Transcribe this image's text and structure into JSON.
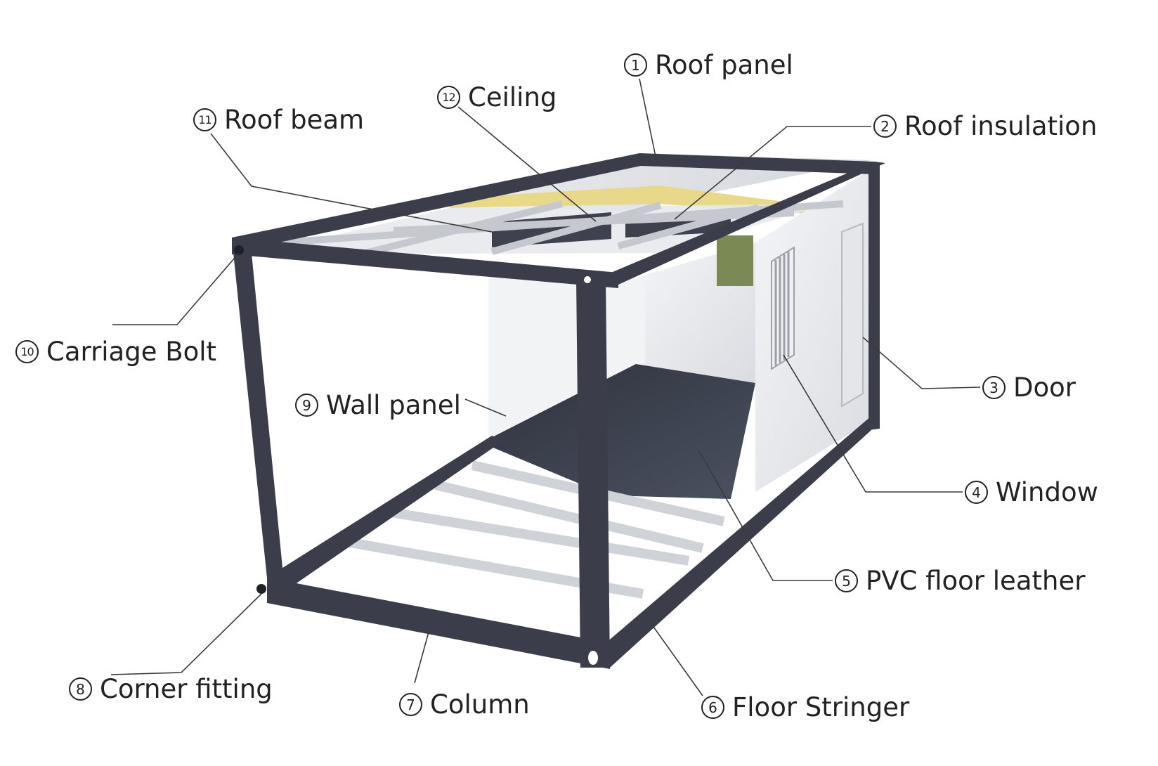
{
  "labels": [
    {
      "id": "roof-panel",
      "number": "1",
      "text": "Roof panel"
    },
    {
      "id": "roof-insulation",
      "number": "2",
      "text": "Roof insulation"
    },
    {
      "id": "door",
      "number": "3",
      "text": "Door"
    },
    {
      "id": "window",
      "number": "4",
      "text": "Window"
    },
    {
      "id": "pvc-floor-leather",
      "number": "5",
      "text": "PVC floor leather"
    },
    {
      "id": "floor-stringer",
      "number": "6",
      "text": "Floor Stringer"
    },
    {
      "id": "column",
      "number": "7",
      "text": "Column"
    },
    {
      "id": "corner-fitting",
      "number": "8",
      "text": "Corner fitting"
    },
    {
      "id": "wall-panel",
      "number": "9",
      "text": "Wall panel"
    },
    {
      "id": "carriage-bolt",
      "number": "10",
      "text": "Carriage Bolt"
    },
    {
      "id": "roof-beam",
      "number": "11",
      "text": "Roof beam"
    },
    {
      "id": "ceiling",
      "number": "12",
      "text": "Ceiling"
    }
  ],
  "colors": {
    "frame": "#3b3e4a",
    "frame_dark": "#2b2d36",
    "panel": "#eceef1",
    "floor": "#3f4552",
    "insulation": "#e8d98a",
    "leader": "#3a3a3a",
    "text": "#222222"
  }
}
